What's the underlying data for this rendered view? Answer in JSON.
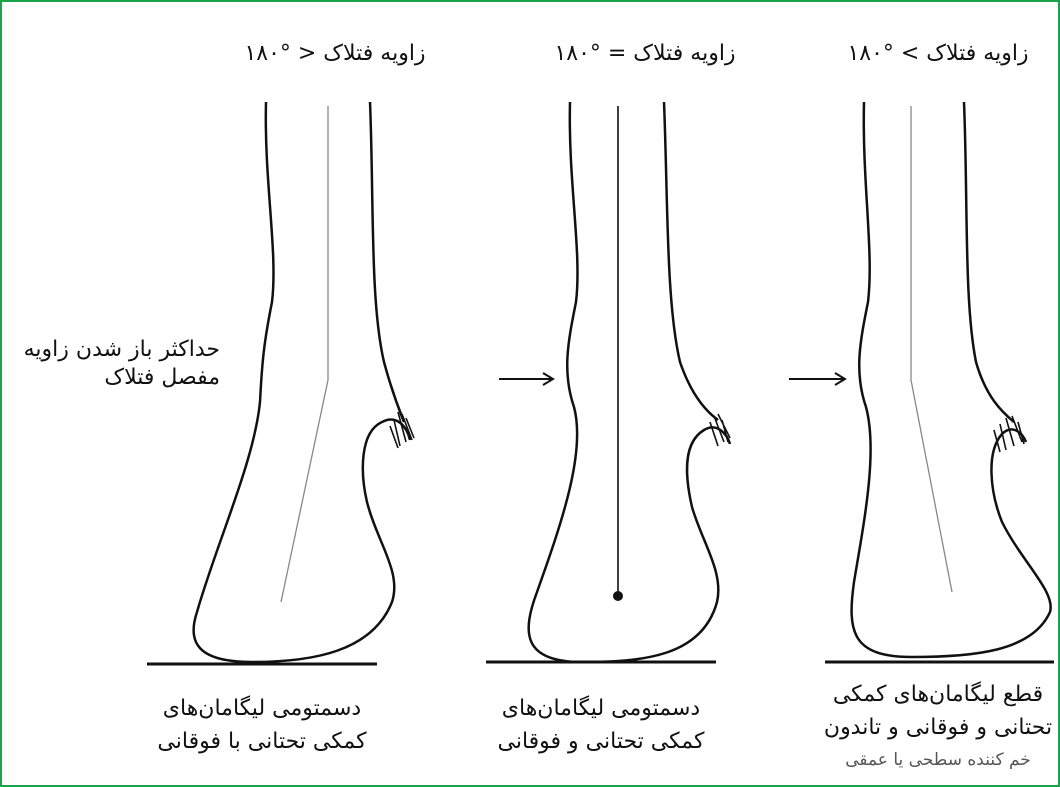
{
  "panels": [
    {
      "heading": "زاویه فتلاک < °۱۸۰",
      "caption_lines": [
        "دسمتومی لیگامان‌های",
        "کمکی تحتانی با فوقانی"
      ]
    },
    {
      "heading": "زاویه فتلاک = °۱۸۰",
      "caption_lines": [
        "دسمتومی لیگامان‌های",
        "کمکی تحتانی و فوقانی"
      ]
    },
    {
      "heading": "زاویه فتلاک > °۱۸۰",
      "caption_lines": [
        "قطع لیگامان‌های کمکی",
        "تحتانی و فوقانی و تاندون"
      ],
      "caption_note": "خم کننده سطحی یا عمقی"
    }
  ],
  "side_label": [
    "حداکثر باز شدن زاویه",
    "مفصل فتلاک"
  ],
  "colors": {
    "frame": "#1aa34a",
    "ink": "#111111",
    "axis": "#888888"
  }
}
